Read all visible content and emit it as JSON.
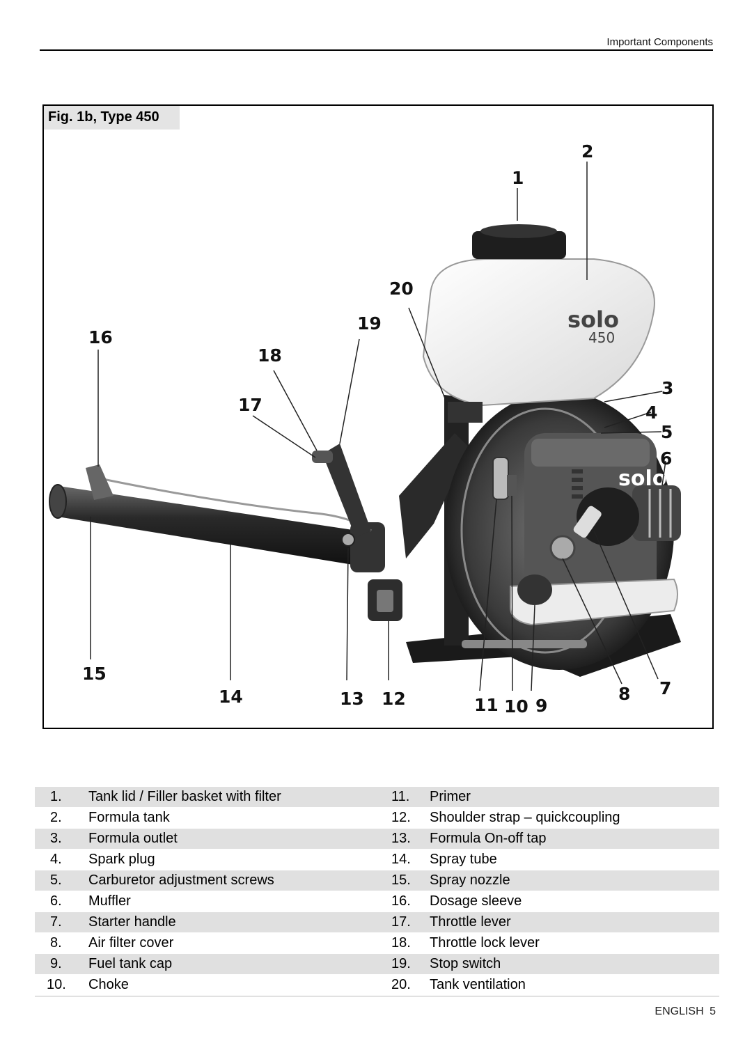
{
  "header": {
    "section_title": "Important Components"
  },
  "figure": {
    "title": "Fig. 1b, Type 450",
    "tank_brand": "solo",
    "tank_model": "450",
    "engine_brand": "solo",
    "callouts": [
      "1",
      "2",
      "3",
      "4",
      "5",
      "6",
      "7",
      "8",
      "9",
      "10",
      "11",
      "12",
      "13",
      "14",
      "15",
      "16",
      "17",
      "18",
      "19",
      "20"
    ]
  },
  "legend": {
    "rows": [
      {
        "left_num": "1.",
        "left_label": "Tank lid / Filler basket with filter",
        "right_num": "11.",
        "right_label": "Primer"
      },
      {
        "left_num": "2.",
        "left_label": "Formula tank",
        "right_num": "12.",
        "right_label": "Shoulder strap – quickcoupling"
      },
      {
        "left_num": "3.",
        "left_label": "Formula outlet",
        "right_num": "13.",
        "right_label": "Formula On-off tap"
      },
      {
        "left_num": "4.",
        "left_label": "Spark plug",
        "right_num": "14.",
        "right_label": "Spray tube"
      },
      {
        "left_num": "5.",
        "left_label": "Carburetor adjustment screws",
        "right_num": "15.",
        "right_label": "Spray nozzle"
      },
      {
        "left_num": "6.",
        "left_label": "Muffler",
        "right_num": "16.",
        "right_label": "Dosage sleeve"
      },
      {
        "left_num": "7.",
        "left_label": "Starter handle",
        "right_num": "17.",
        "right_label": "Throttle lever"
      },
      {
        "left_num": "8.",
        "left_label": "Air filter cover",
        "right_num": "18.",
        "right_label": "Throttle lock lever"
      },
      {
        "left_num": "9.",
        "left_label": "Fuel tank cap",
        "right_num": "19.",
        "right_label": "Stop switch"
      },
      {
        "left_num": "10.",
        "left_label": "Choke",
        "right_num": "20.",
        "right_label": "Tank ventilation"
      }
    ]
  },
  "footer": {
    "language": "ENGLISH",
    "page_number": "5"
  }
}
